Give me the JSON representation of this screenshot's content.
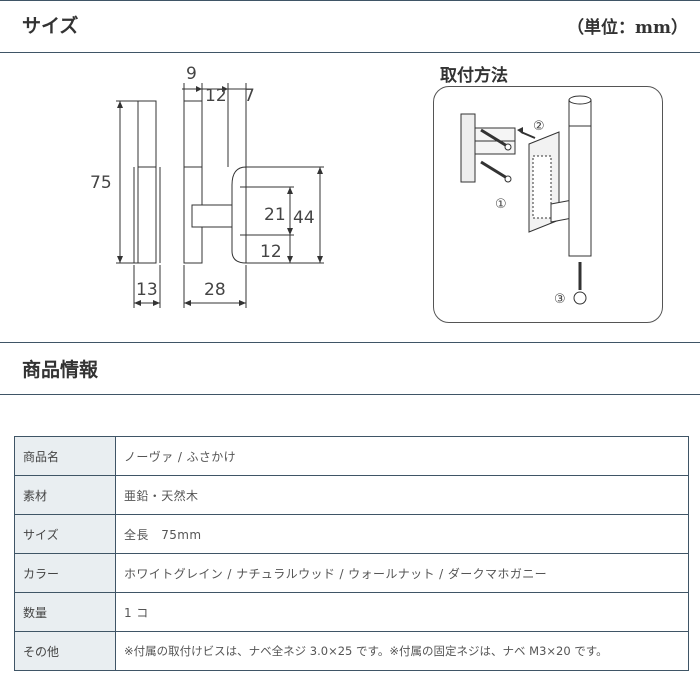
{
  "size_section": {
    "title": "サイズ",
    "unit": "（単位：mm）"
  },
  "install_section": {
    "title": "取付方法"
  },
  "dimensions": {
    "d9": "9",
    "d12a": "12",
    "d7": "7",
    "d75": "75",
    "d21": "21",
    "d44": "44",
    "d12b": "12",
    "d13": "13",
    "d28": "28"
  },
  "steps": {
    "s1": "①",
    "s2": "②",
    "s3": "③"
  },
  "info_section": {
    "title": "商品情報"
  },
  "spec_rows": [
    {
      "label": "商品名",
      "value": "ノーヴァ / ふさかけ"
    },
    {
      "label": "素材",
      "value": "亜鉛・天然木"
    },
    {
      "label": "サイズ",
      "value": "全長　75mm"
    },
    {
      "label": "カラー",
      "value": "ホワイトグレイン / ナチュラルウッド / ウォールナット / ダークマホガニー"
    },
    {
      "label": "数量",
      "value": "1 コ"
    },
    {
      "label": "その他",
      "value": "※付属の取付けビスは、ナベ全ネジ 3.0×25 です。※付属の固定ネジは、ナベ M3×20 です。"
    }
  ]
}
